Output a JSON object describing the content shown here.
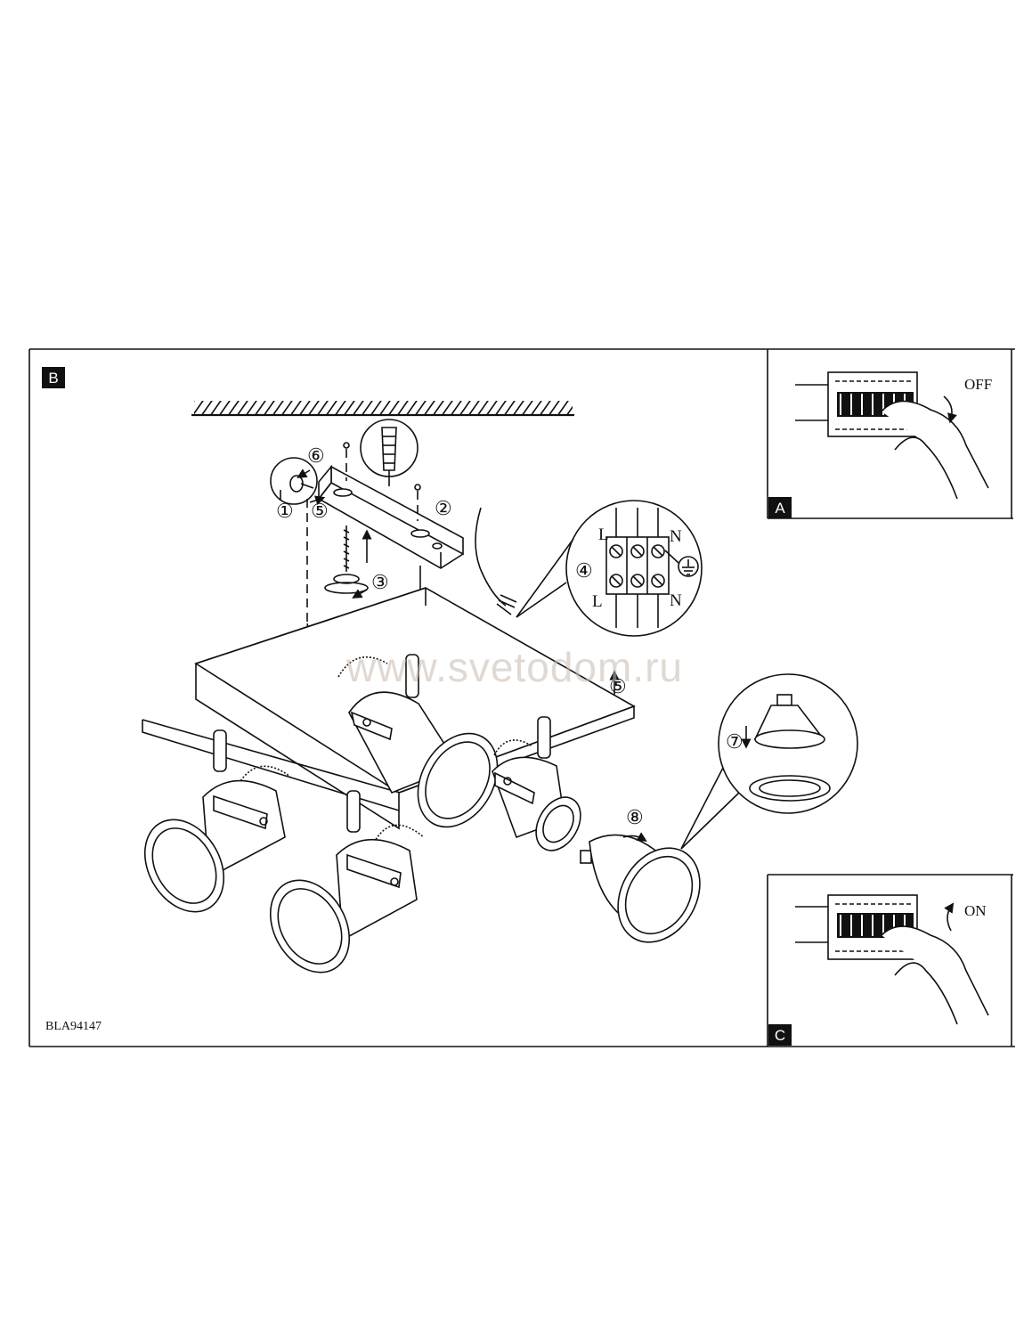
{
  "panels": {
    "main": {
      "badge": "B"
    },
    "top_right": {
      "badge": "A",
      "switch_label": "OFF"
    },
    "bottom_right": {
      "badge": "C",
      "switch_label": "ON"
    }
  },
  "model_code": "BLA94147",
  "watermark": "www.svetodom.ru",
  "steps": [
    "①",
    "②",
    "③",
    "④",
    "⑤",
    "⑥",
    "⑦",
    "⑧"
  ],
  "terminal_labels": {
    "top_left": "L",
    "top_right": "N",
    "bottom_left": "L",
    "bottom_right": "N"
  },
  "colors": {
    "line": "#111111",
    "badge": "#111111",
    "watermark": "#c9b9ae"
  }
}
